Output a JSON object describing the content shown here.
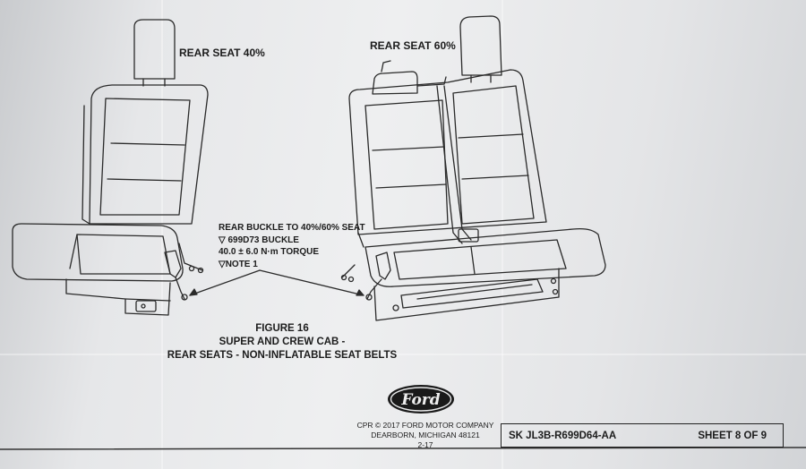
{
  "labels": {
    "seat_40": "REAR SEAT 40%",
    "seat_60": "REAR SEAT 60%"
  },
  "callout": {
    "line1": "REAR BUCKLE TO 40%/60% SEAT",
    "line2": "▽ 699D73 BUCKLE",
    "line3": "40.0 ± 6.0 N·m TORQUE",
    "line4": "▽NOTE 1"
  },
  "caption": {
    "figure": "FIGURE 16",
    "line1": "SUPER AND CREW CAB -",
    "line2": "REAR SEATS - NON-INFLATABLE SEAT BELTS"
  },
  "logo": {
    "text": "Ford",
    "color": "#1a1a1a"
  },
  "company": {
    "line1": "CPR © 2017 FORD MOTOR COMPANY",
    "line2": "DEARBORN, MICHIGAN 48121",
    "line3": "2-17"
  },
  "titleblock": {
    "sketch": "SK JL3B-R699D64-AA",
    "sheet": "SHEET 8 OF 9"
  }
}
